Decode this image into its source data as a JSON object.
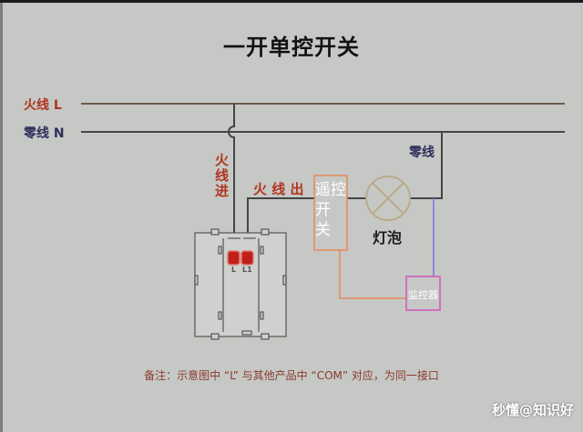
{
  "title": "一开单控开关",
  "wires": {
    "live_label": "火线 L",
    "neutral_label": "零线 N",
    "live_in": "火线进",
    "live_out": "火 线 出",
    "neutral_branch": "零线"
  },
  "components": {
    "remote_switch": "遥控开关",
    "remote_switch_lines": [
      "遥控",
      "开",
      "关"
    ],
    "bulb": "灯泡",
    "monitor": "监控器",
    "terminal_l": "L",
    "terminal_l1": "L1"
  },
  "note": "备注：示意图中 “L” 与其他产品中 “COM” 对应，为同一接口",
  "watermark": "秒懂@知识好",
  "colors": {
    "live": "#b0341f",
    "neutral": "#2f2e5a",
    "wire": "#3a3a3a",
    "live_wire": "#8a5a45",
    "remote_box": "#e8875a",
    "monitor_box": "#d070c0",
    "monitor_wire": "#7a74d8",
    "terminal": "#c0201a"
  }
}
